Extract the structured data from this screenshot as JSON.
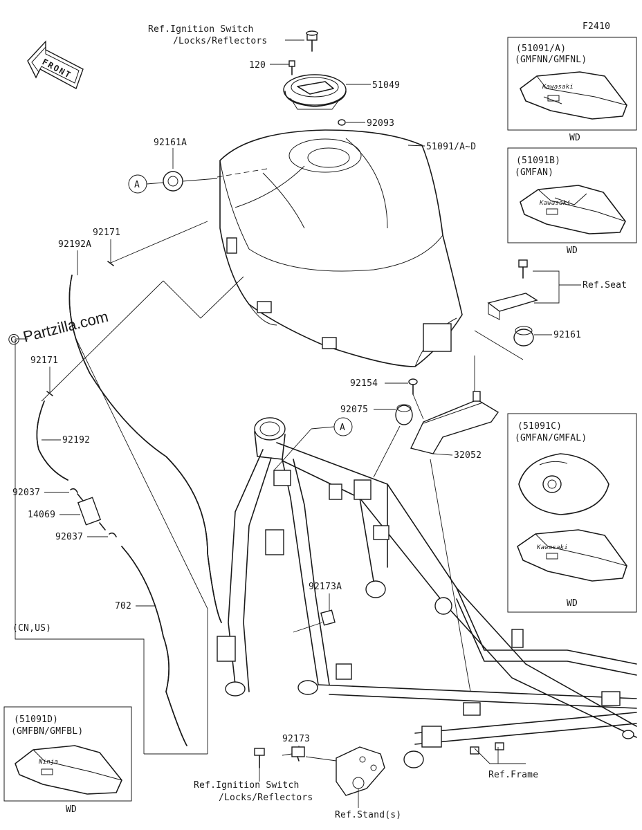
{
  "diagram_code": "F2410",
  "watermark": "© Partzilla.com",
  "front_arrow_label": "FRONT",
  "callouts": {
    "ref_ignition_top_line1": "Ref.Ignition Switch",
    "ref_ignition_top_line2": "/Locks/Reflectors",
    "p120": "120",
    "p51049": "51049",
    "p92093": "92093",
    "p92161A": "92161A",
    "circle_a1": "A",
    "p51091": "51091/A~D",
    "p92171_top": "92171",
    "p92192A": "92192A",
    "ref_seat": "Ref.Seat",
    "p92161": "92161",
    "p92171_mid": "92171",
    "p92154": "92154",
    "p92075": "92075",
    "circle_a2": "A",
    "p92192": "92192",
    "p32052": "32052",
    "p92037_a": "92037",
    "p14069": "14069",
    "p92037_b": "92037",
    "p92173A": "92173A",
    "p702": "702",
    "region_cn_us": "(CN,US)",
    "p92173": "92173",
    "ref_ignition_bottom_line1": "Ref.Ignition Switch",
    "ref_ignition_bottom_line2": "/Locks/Reflectors",
    "ref_frame": "Ref.Frame",
    "ref_stand": "Ref.Stand(s)"
  },
  "variant_boxes": [
    {
      "code": "(51091/A)",
      "colors": "(GMFNN/GMFNL)",
      "note": "WD",
      "badge": "Kawasaki"
    },
    {
      "code": "(51091B)",
      "colors": "(GMFAN)",
      "note": "WD",
      "badge": "Kawasaki"
    },
    {
      "code": "(51091C)",
      "colors": "(GMFAN/GMFAL)",
      "note": "WD",
      "badge": "Kawasaki"
    },
    {
      "code": "(51091D)",
      "colors": "(GMFBN/GMFBL)",
      "note": "WD",
      "badge": "Ninja"
    }
  ]
}
